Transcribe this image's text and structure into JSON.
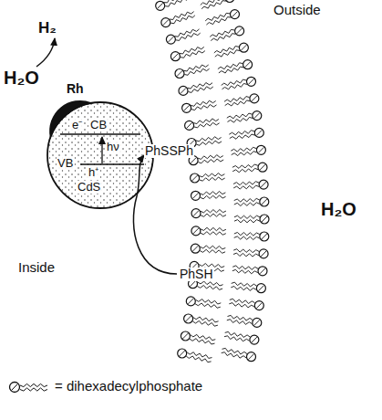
{
  "diagram": {
    "nodes": [
      {
        "text": [
          "e⁻",
          "CB",
          "VB",
          "h⁺",
          "hν",
          "CdS"
        ]
      }
    ],
    "labels": [
      "Outside",
      "H₂",
      "H₂O",
      "Rh",
      "PhSSPh",
      "Inside",
      "PhSH",
      "H₂O"
    ],
    "legend": [
      {
        "text": "= dihexadecylphosphate"
      }
    ]
  }
}
